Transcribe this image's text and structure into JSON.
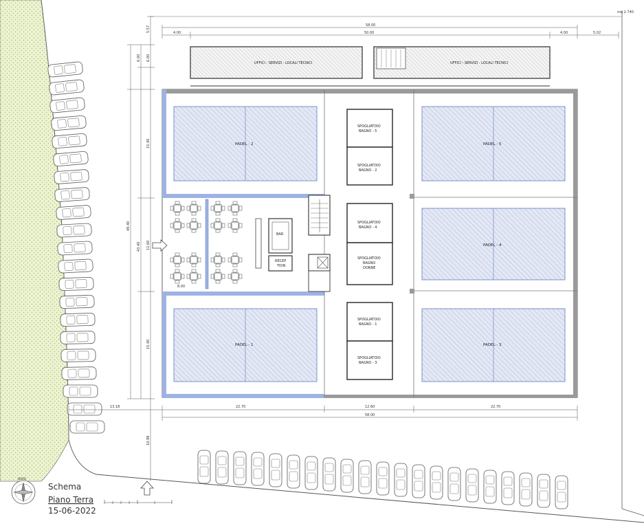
{
  "area_note": "mq 2.740",
  "legend": {
    "title": "Schema",
    "subtitle": "Piano Terra",
    "date": "15-06-2022",
    "compass": "NORD"
  },
  "dimensions": {
    "total_width_top": "58.00",
    "inner_width": "50.00",
    "left_offset": "4.00",
    "right_offset": "4.00",
    "right_extra": "5.02",
    "top_setback": "5.57",
    "office_depth_a": "6.00",
    "office_depth_b": "6.00",
    "court_depth_top": "15.40",
    "middle_depth": "12.60",
    "court_depth_bottom": "15.40",
    "total_depth": "43.40",
    "overall_depth": "49.40",
    "bottom_left": "22.70",
    "bottom_center": "12.60",
    "bottom_right": "22.70",
    "total_width_bottom": "58.00",
    "left_gap": "13.18",
    "front_setback": "10.98",
    "lounge_width": "8.00"
  },
  "offices": {
    "left": "UFFICI - SERVIZI - LOCALI TECNICI",
    "right": "UFFICI - SERVIZI - LOCALI TECNICI"
  },
  "courts": [
    {
      "id": "padel-2",
      "label": "PADEL - 2"
    },
    {
      "id": "padel-5",
      "label": "PADEL - 5"
    },
    {
      "id": "padel-4",
      "label": "PADEL - 4"
    },
    {
      "id": "padel-1",
      "label": "PADEL - 1"
    },
    {
      "id": "padel-3",
      "label": "PADEL - 3"
    }
  ],
  "locker_rooms": [
    {
      "line1": "SPOGLIATOIO",
      "line2": "BAGNO - 5",
      "line3": ""
    },
    {
      "line1": "SPOGLIATOIO",
      "line2": "BAGNO - 2",
      "line3": ""
    },
    {
      "line1": "SPOGLIATOIO",
      "line2": "BAGNO - 4",
      "line3": ""
    },
    {
      "line1": "SPOGLIATOIO",
      "line2": "BAGNO",
      "line3": "DONNE"
    },
    {
      "line1": "SPOGLIATOIO",
      "line2": "BAGNO - 1",
      "line3": ""
    },
    {
      "line1": "SPOGLIATOIO",
      "line2": "BAGNO - 3",
      "line3": ""
    }
  ],
  "bar": {
    "label": "BAR"
  },
  "reception": {
    "line1": "RECEP",
    "line2": "TION"
  },
  "colors": {
    "court_fill": "#e3e8f6",
    "court_outline": "#5d79c4",
    "hatch": "#b7b7c9",
    "parking_band": "#e9f2c9",
    "wall": "#8a8a8a"
  }
}
